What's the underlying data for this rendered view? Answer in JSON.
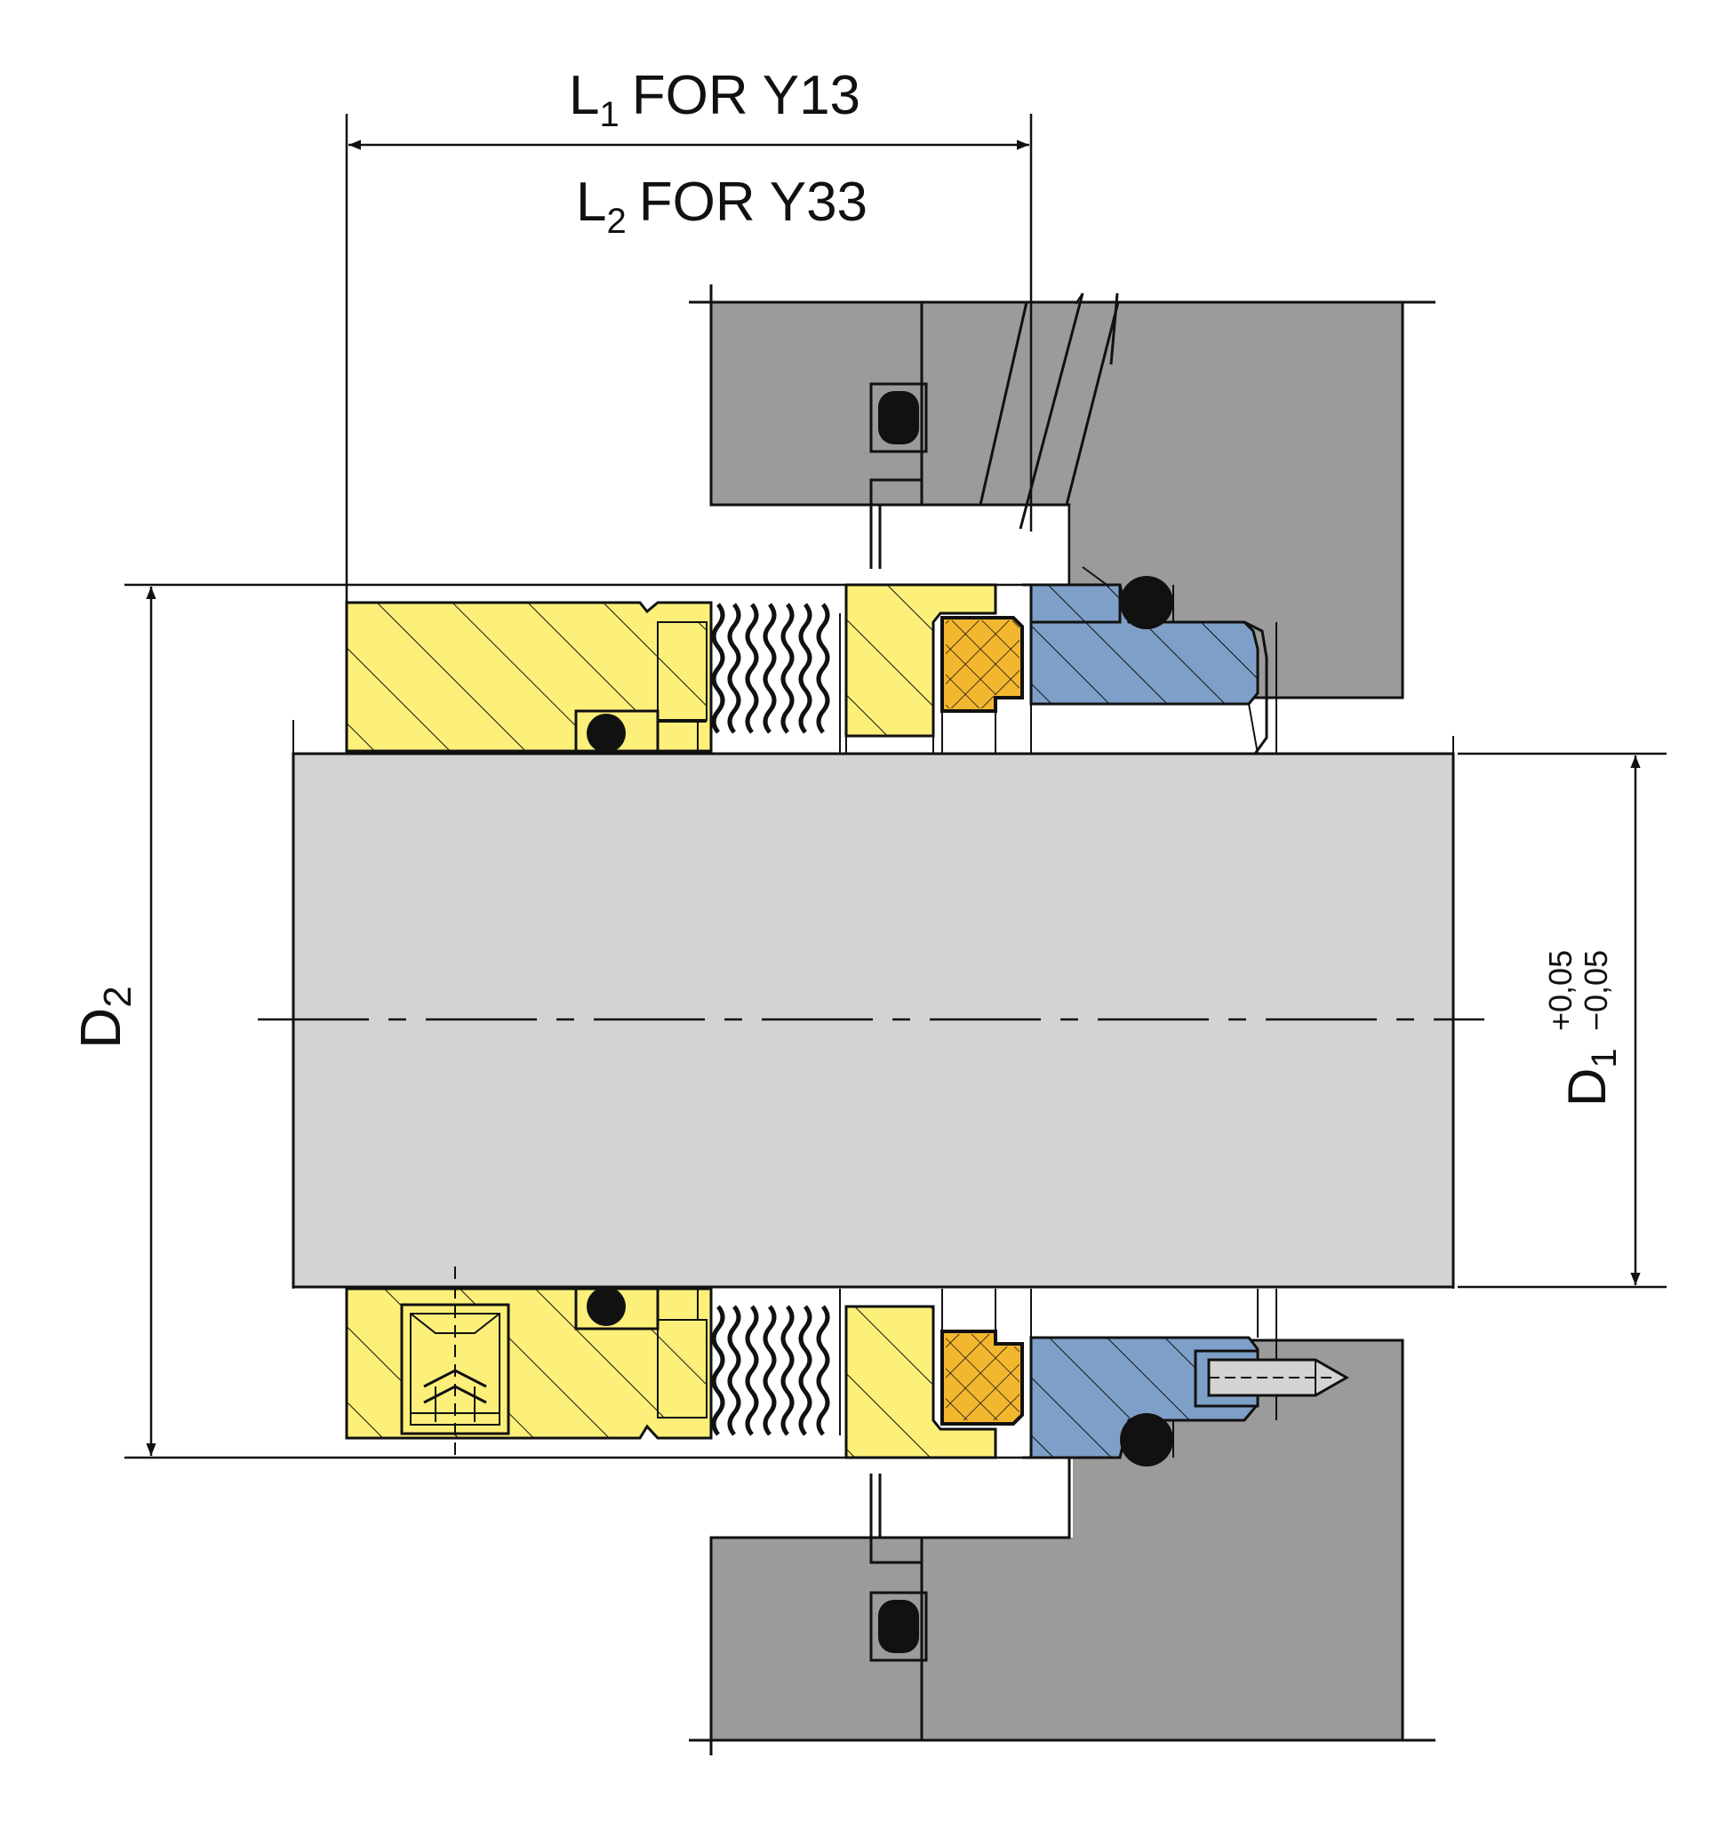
{
  "labels": {
    "l1": {
      "main": "L",
      "sub": "1",
      "rest": "FOR  Y13"
    },
    "l2": {
      "main": "L",
      "sub": "2",
      "rest": "FOR  Y33"
    },
    "d2": {
      "main": "D",
      "sub": "2"
    },
    "d1": {
      "main": "D",
      "sub": "1",
      "tol_upper": "+0,05",
      "tol_lower": "−0,05"
    }
  },
  "colors": {
    "housing": "#9c9b9c",
    "shaft": "#d3d3d3",
    "rotating_parts": "#fdf07a",
    "seal_face": "#f3b72f",
    "seat": "#7ea0c8",
    "line": "#111111"
  }
}
